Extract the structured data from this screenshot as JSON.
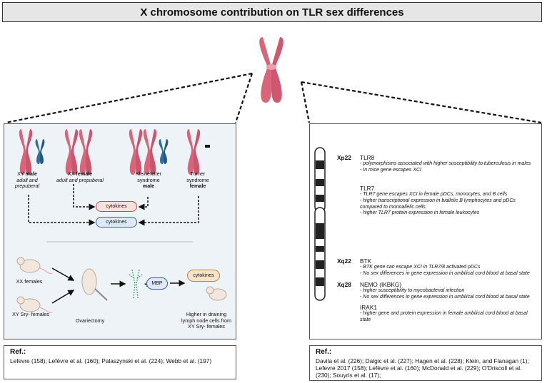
{
  "title": "X chromosome contribution on TLR sex differences",
  "left_panel": {
    "karyotypes": [
      {
        "line1": "XY ",
        "bold": "male",
        "line2": "adult and prepuberal"
      },
      {
        "line1": "XX ",
        "bold": "female",
        "line2": "adult and prepuberal"
      },
      {
        "line1": "Kleinefelter",
        "line2": "syndrome",
        "bold": "male"
      },
      {
        "line1": "Turner",
        "line2": "syndrome",
        "bold": "female"
      }
    ],
    "cytokines_red": "cytokines",
    "cytokines_blue": "cytokines",
    "mice": {
      "xx_label": "XX females",
      "xy_label": "XY Sry- females",
      "ovariectomy": "Ovariectomy",
      "mbp": "MBP",
      "cytokines": "cytokines",
      "result": "Higher in draining lymph node cells from XY Sry- females"
    }
  },
  "left_ref": {
    "heading": "Ref.:",
    "text": "Lefevre (158); Lefèvre et al. (160); Palaszynski et al. (224); Webb et al. (197)"
  },
  "right_panel": {
    "bands": [
      "Xp22",
      "Xq22",
      "Xq28"
    ],
    "genes": [
      {
        "name": "TLR8",
        "notes": [
          "- polymorphisms associated with higher susceptibility to tuberculosis in males",
          "- In mice gene escapes XCI"
        ]
      },
      {
        "name": "TLR7",
        "notes": [
          "- TLR7 gene escapes XCI in female pDCs, monocytes, and B cells",
          "- higher transcriptional expression in biallelic B lymphocytes and pDCs compared to monoallelic cells",
          "- higher TLR7 protein expression in female leukocytes"
        ]
      },
      {
        "name": "BTK",
        "notes": [
          "- BTK gene can escape XCI in TLR7/8 activated pDCs",
          "- No sex differences in gene expression in umbilical cord blood at basal state"
        ]
      },
      {
        "name": "NEMO (IKBKG)",
        "notes": [
          "- higher susceptibility to mycobacterial infection",
          "- No sex differences in gene expression in umbilical cord blood at basal state"
        ]
      },
      {
        "name": "IRAK1",
        "notes": [
          "- higher gene and protein expression in female umbilical cord blood at basal state"
        ]
      }
    ]
  },
  "right_ref": {
    "heading": "Ref.:",
    "text": "Davila et al. (226); Dalgic et al. (227); Hagen et al. (228); Klein, and Flanagan (1); Lefevre 2017 (158); Lefèvre et al. (160); McDonald et al. (229); O'Driscoll et al. (230); Souyris et al. (17);"
  },
  "colors": {
    "chromosome": "#d9657a",
    "y_chromosome": "#2f6f9e",
    "panel_bg": "#eef3f8"
  }
}
